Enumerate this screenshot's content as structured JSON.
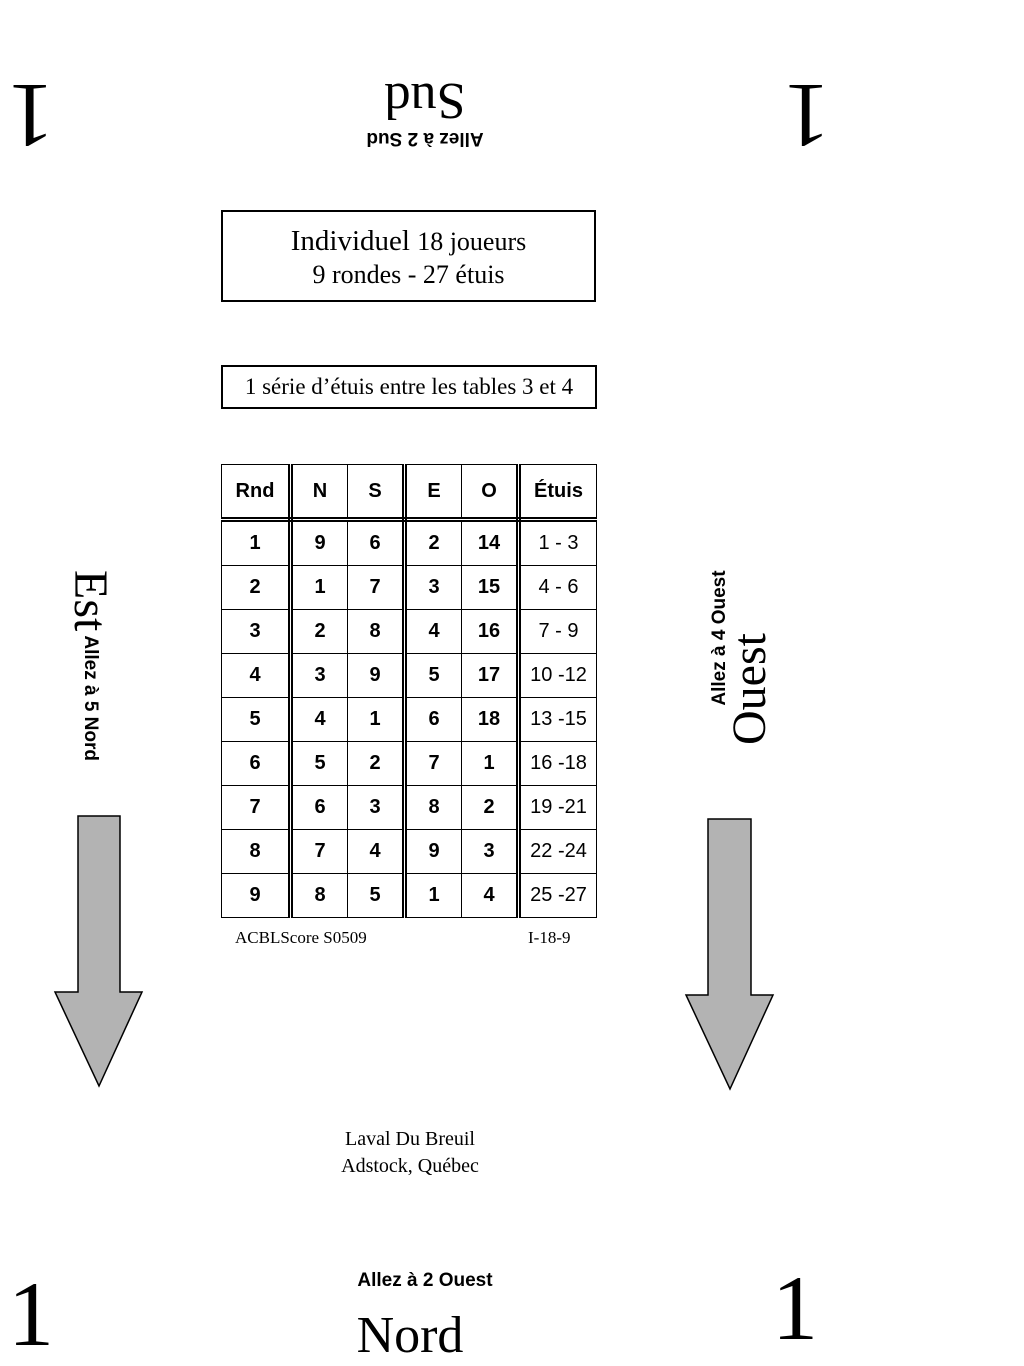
{
  "corners": {
    "top_left": "1",
    "top_right": "1",
    "bottom_left": "1",
    "bottom_right": "1"
  },
  "top": {
    "direction": "Sud",
    "instruction": "Allez à 2 Sud"
  },
  "title": {
    "event": "Individuel",
    "players": "18 joueurs",
    "rounds_boards": "9 rondes - 27 étuis"
  },
  "series_note": "1 série d’étuis entre les tables 3 et 4",
  "table": {
    "headers": [
      "Rnd",
      "N",
      "S",
      "E",
      "O",
      "Étuis"
    ],
    "rows": [
      [
        "1",
        "9",
        "6",
        "2",
        "14",
        "1 - 3"
      ],
      [
        "2",
        "1",
        "7",
        "3",
        "15",
        "4 - 6"
      ],
      [
        "3",
        "2",
        "8",
        "4",
        "16",
        "7 - 9"
      ],
      [
        "4",
        "3",
        "9",
        "5",
        "17",
        "10 -12"
      ],
      [
        "5",
        "4",
        "1",
        "6",
        "18",
        "13 -15"
      ],
      [
        "6",
        "5",
        "2",
        "7",
        "1",
        "16 -18"
      ],
      [
        "7",
        "6",
        "3",
        "8",
        "2",
        "19 -21"
      ],
      [
        "8",
        "7",
        "4",
        "9",
        "3",
        "22 -24"
      ],
      [
        "9",
        "8",
        "5",
        "1",
        "4",
        "25 -27"
      ]
    ]
  },
  "footer": {
    "software": "ACBLScore S0509",
    "code": "I-18-9"
  },
  "left": {
    "direction": "Est",
    "instruction": "Allez à 5 Nord"
  },
  "right": {
    "direction": "Ouest",
    "instruction": "Allez à 4 Ouest"
  },
  "club": {
    "name": "Laval Du Breuil",
    "location": "Adstock, Québec"
  },
  "bottom": {
    "instruction": "Allez à 2 Ouest",
    "direction": "Nord"
  },
  "colors": {
    "arrow_fill": "#b3b3b3",
    "arrow_stroke": "#000000"
  }
}
